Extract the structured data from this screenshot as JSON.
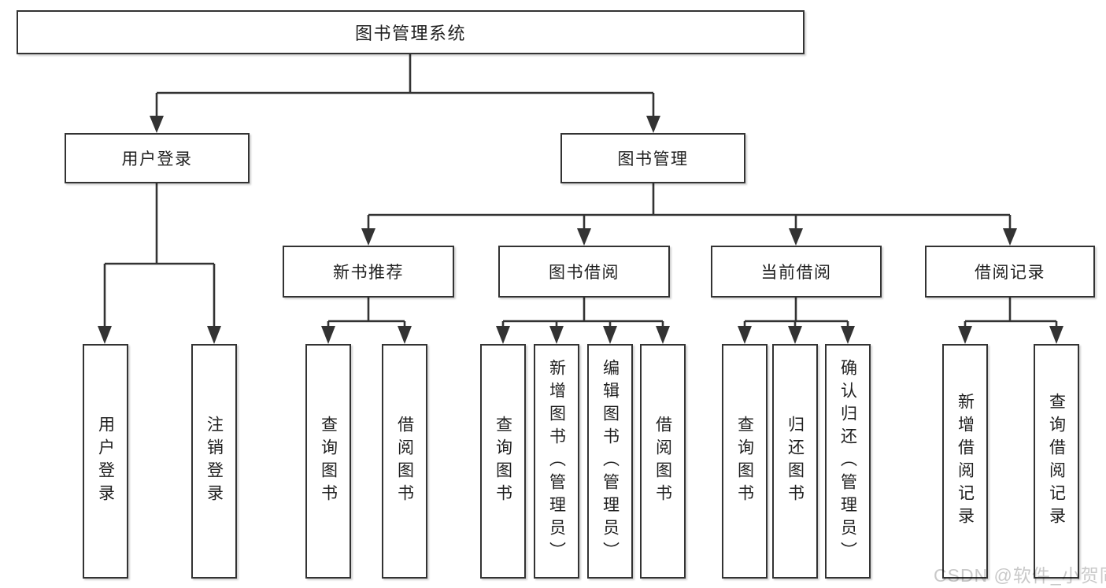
{
  "colors": {
    "line": "#333333",
    "box_fill": "#ffffff",
    "background": "#ffffff",
    "text": "#1f1f1f",
    "watermark": "#c9c9c9"
  },
  "tree": {
    "root": {
      "label": "图书管理系统",
      "children": [
        {
          "label": "用户登录",
          "children": [
            {
              "label": "用户登录"
            },
            {
              "label": "注销登录"
            }
          ]
        },
        {
          "label": "图书管理",
          "children": [
            {
              "label": "新书推荐",
              "children": [
                {
                  "label": "查询图书"
                },
                {
                  "label": "借阅图书"
                }
              ]
            },
            {
              "label": "图书借阅",
              "children": [
                {
                  "label": "查询图书"
                },
                {
                  "label": "新增图书（管理员）"
                },
                {
                  "label": "编辑图书（管理员）"
                },
                {
                  "label": "借阅图书"
                }
              ]
            },
            {
              "label": "当前借阅",
              "children": [
                {
                  "label": "查询图书"
                },
                {
                  "label": "归还图书"
                },
                {
                  "label": "确认归还（管理员）"
                }
              ]
            },
            {
              "label": "借阅记录",
              "children": [
                {
                  "label": "新增借阅记录"
                },
                {
                  "label": "查询借阅记录"
                }
              ]
            }
          ]
        }
      ]
    }
  },
  "watermark": {
    "text": "CSDN @软件_小贺同学"
  }
}
